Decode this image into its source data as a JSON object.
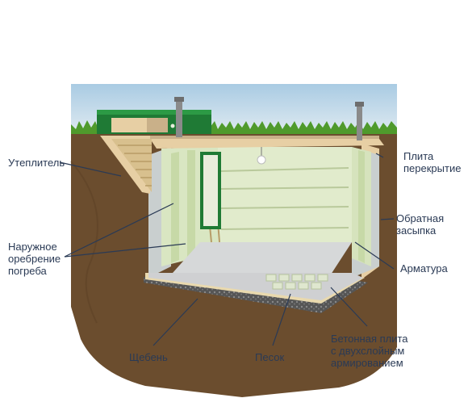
{
  "labels": {
    "insulation": "Утеплитель",
    "ceiling_slab": "Плита\nперекрытие",
    "backfill": "Обратная\nзасыпка",
    "outer_ribbing": "Наружное\nоребрение\nпогреба",
    "rebar": "Арматура",
    "gravel": "Щебень",
    "sand": "Песок",
    "concrete_slab": "Бетонная плита\nс двухслойным\nармированием"
  },
  "colors": {
    "sky": "#bcd6e8",
    "grass": "#4f9a2c",
    "soil": "#6b4d2e",
    "cellar_walls": "#d9e6c2",
    "rib": "#c7d9a7",
    "hatch": "#1f7a35",
    "concrete": "#cfd0d2",
    "insulation_board": "#e7cfa4",
    "sand": "#e9d9ae",
    "gravel": "#4b4b4b",
    "label_text": "#2a3a55"
  },
  "icons": {
    "vent_pipe": "vent-pipe-icon",
    "lamp": "lamp-icon"
  }
}
